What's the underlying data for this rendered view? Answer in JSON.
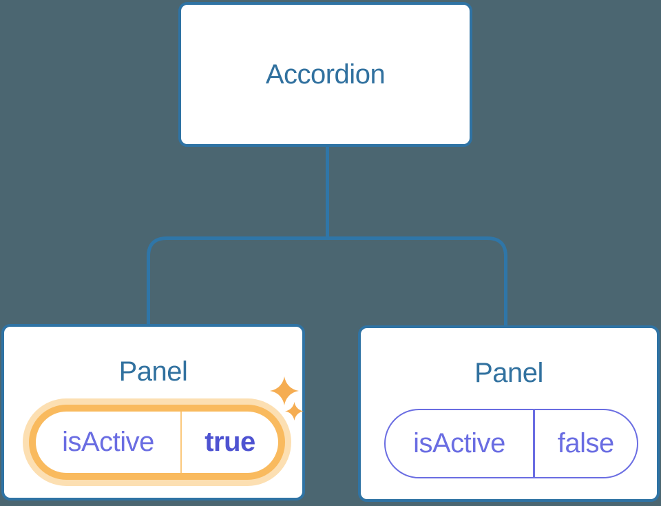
{
  "diagram": {
    "root": {
      "label": "Accordion"
    },
    "panels": [
      {
        "title": "Panel",
        "prop": "isActive",
        "value": "true",
        "highlighted": true
      },
      {
        "title": "Panel",
        "prop": "isActive",
        "value": "false",
        "highlighted": false
      }
    ]
  },
  "icons": [
    {
      "name": "sparkle-icon",
      "meaning": "highlighted state change"
    },
    {
      "name": "sparkle-icon-small",
      "meaning": "highlighted state change"
    }
  ],
  "colors": {
    "background": "#4B6671",
    "box_fill": "#FFFFFF",
    "box_border": "#2F73A4",
    "box_text": "#31719F",
    "connector_line": "#2F76A8",
    "highlight_ring": "#F9BA5E",
    "highlight_glow": "#FCDFB2",
    "highlight_divider": "#FBC87C",
    "sparkle": "#F5AD52",
    "state_text": "#6A6DE2",
    "state_value_bold": "#4E53D1"
  }
}
